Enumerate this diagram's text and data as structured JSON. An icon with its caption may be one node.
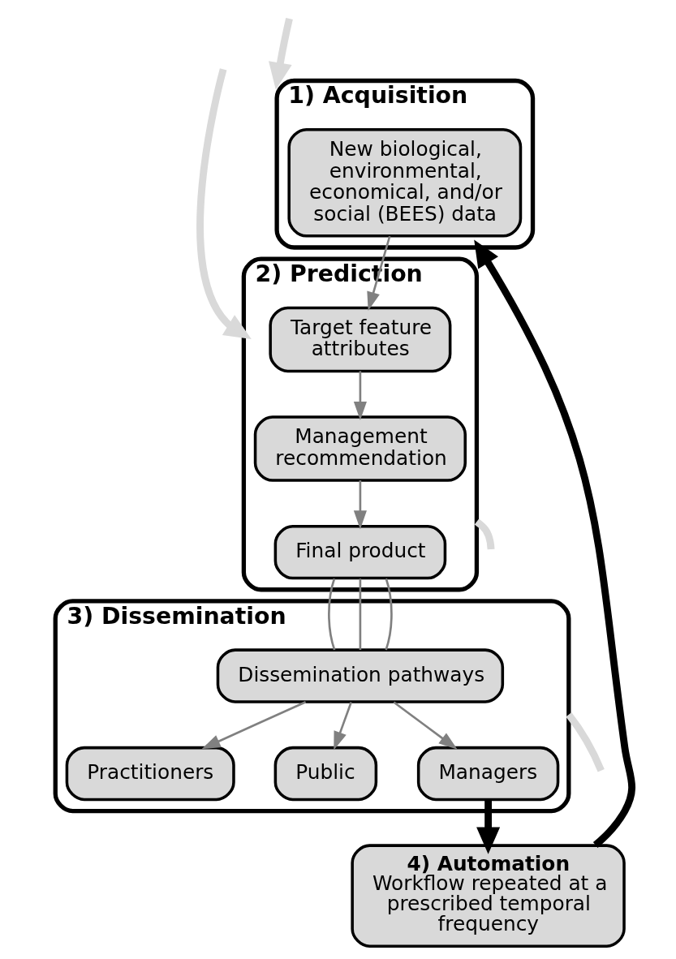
{
  "diagram": {
    "nodes": [
      {
        "text": [
          "1) Acquisition"
        ]
      },
      {
        "text": [
          "New biological, environmental, economical, and/or social (BEES) data"
        ],
        "in": 0
      },
      {
        "text": [
          "2) Prediction"
        ]
      },
      {
        "text": [
          "Target feature attributes"
        ],
        "in": 2
      },
      {
        "text": [
          "Management recommendation"
        ],
        "in": 2
      },
      {
        "text": [
          "Final product"
        ],
        "in": 2
      },
      {
        "text": [
          "3) Dissemination"
        ]
      },
      {
        "text": [
          "Dissemination pathways"
        ],
        "in": 6
      },
      {
        "text": [
          "Managers"
        ],
        "in": 6
      },
      {
        "text": [
          "Practitioners"
        ],
        "in": 6
      },
      {
        "text": [
          "Public"
        ],
        "in": 6
      },
      {
        "text": [
          "4) Automation",
          "Workflow repeated at a prescribed temporal frequency"
        ]
      }
    ],
    "edges": [
      {
        "from": null,
        "to": 0,
        "arrow": "to",
        "style": "thick",
        "color": "#d9d9d9"
      },
      {
        "from": null,
        "to": 2,
        "arrow": "to",
        "style": "thick",
        "color": "#d9d9d9"
      },
      {
        "from": 2,
        "to": null,
        "arrow": "none",
        "style": "thick",
        "color": "#d9d9d9"
      },
      {
        "from": 6,
        "to": null,
        "arrow": "none",
        "style": "thick",
        "color": "#d9d9d9"
      },
      {
        "from": 1,
        "to": 3,
        "arrow": "to"
      },
      {
        "from": 3,
        "to": 4,
        "arrow": "to"
      },
      {
        "from": 4,
        "to": 5,
        "arrow": "to"
      },
      {
        "from": 5,
        "to": 7,
        "arrow": "none"
      },
      {
        "from": 5,
        "to": 7,
        "arrow": "none"
      },
      {
        "from": 5,
        "to": 7,
        "arrow": "none"
      },
      {
        "from": 7,
        "to": 8,
        "arrow": "to"
      },
      {
        "from": 7,
        "to": 9,
        "arrow": "to"
      },
      {
        "from": 7,
        "to": 10,
        "arrow": "to"
      },
      {
        "from": 8,
        "to": 11,
        "arrow": "to",
        "style": "thick",
        "color": "#000000"
      },
      {
        "from": 11,
        "to": 0,
        "arrow": "to",
        "style": "thick",
        "color": "#000000"
      }
    ]
  }
}
